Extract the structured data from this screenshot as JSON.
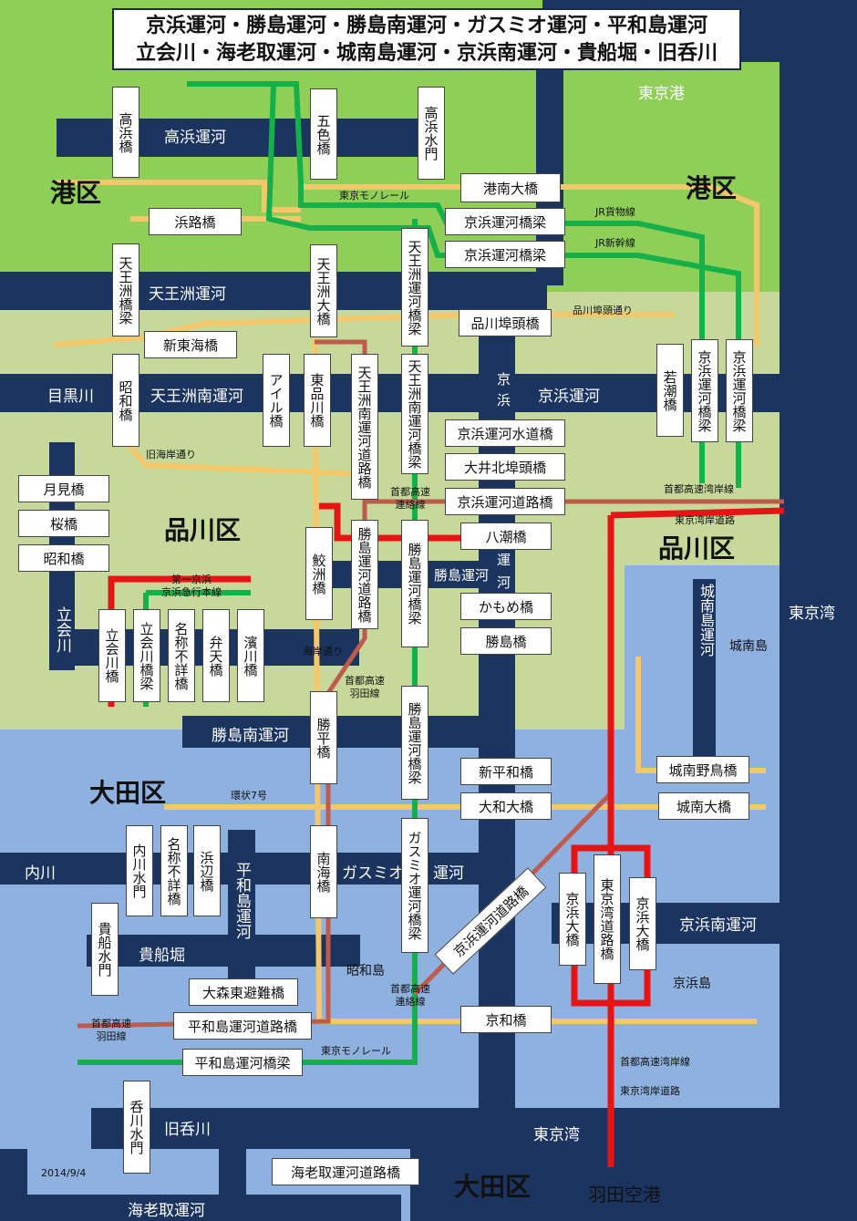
{
  "title": {
    "line1": "京浜運河・勝島運河・勝島南運河・ガスミオ運河・平和島運河",
    "line2": "立会川・海老取運河・城南島運河・京浜南運河・貴船堀・旧呑川"
  },
  "date": "2014/9/4",
  "colors": {
    "water": "#1c3560",
    "minato_land": "#8fcf57",
    "shinagawa_land": "#c6d99a",
    "ota_land": "#8eb1e0",
    "road": "#f4c86a",
    "railway": "#16b04a",
    "expressway": "#bf5b4c",
    "bay_road": "#e51515"
  },
  "wards": {
    "minato_west": "港区",
    "minato_east": "港区",
    "shinagawa_west": "品川区",
    "shinagawa_east": "品川区",
    "ota_west": "大田区",
    "ota_south": "大田区"
  },
  "water": {
    "tokyo_port": "東京港",
    "takahama": "高浜運河",
    "tennozu": "天王洲運河",
    "meguro": "目黒川",
    "tennozu_minami": "天王洲南運河",
    "keihin": "京浜運河",
    "keihin_v1": "京",
    "keihin_v2": "浜",
    "katsushima": "勝島運河",
    "katsushima_v1": "運",
    "katsushima_v2": "河",
    "tachiai": "立会川",
    "katsushima_minami": "勝島南運河",
    "uchikawa": "内川",
    "gasumio": "ガスミオ",
    "gasumio2": "運河",
    "heiwajima": "平和島運河",
    "kifune": "貴船堀",
    "keihin_minami": "京浜南運河",
    "tokyo_bay_east": "東京湾",
    "tokyo_bay_south": "東京湾",
    "kyu_nomi": "旧呑川",
    "ebitori": "海老取運河",
    "jonanjima_canal": "城南島運河"
  },
  "land": {
    "jonanjima": "城南島",
    "keihinjima": "京浜島",
    "showajima": "昭和島",
    "haneda": "羽田空港"
  },
  "roads": {
    "tokyo_monorail_n": "東京モノレール",
    "jr_freight": "JR貨物線",
    "jr_shinkansen": "JR新幹線",
    "shinagawa_futo": "品川埠頭通り",
    "kyu_kaigan": "旧海岸通り",
    "shuto_wangan_n": "首都高速湾岸線",
    "tokyo_wangan_n": "東京湾岸道路",
    "shuto_renraku_n": "首都高速\n連絡線",
    "keikyu": "第一京浜\n京浜急行本線",
    "kaigan": "海岸通り",
    "shuto_haneda_n": "首都高速\n羽田線",
    "kanjo7": "環状7号",
    "shuto_haneda_w": "首都高速\n羽田線",
    "tokyo_monorail_s": "東京モノレール",
    "shuto_renraku_s": "首都高速\n連絡線",
    "shuto_wangan_s": "首都高速湾岸線",
    "tokyo_wangan_s": "東京湾岸道路"
  },
  "bridges": {
    "takahama": "高浜橋",
    "goshiki": "五色橋",
    "takahama_suimon": "高浜水門",
    "konan": "港南大橋",
    "hamaji": "浜路橋",
    "keihin_kyoryo1": "京浜運河橋梁",
    "keihin_kyoryo2": "京浜運河橋梁",
    "tennozu_kyoryo": "天王洲橋梁",
    "tennozu_ohashi": "天王洲大橋",
    "tennozu_unga_kyoryo": "天王洲運河橋梁",
    "shinagawa_futo": "品川埠頭橋",
    "shin_tokai": "新東海橋",
    "showa_n": "昭和橋",
    "ail": "アイル橋",
    "higashi_shinagawa": "東品川橋",
    "tennozu_minami_doro": "天王洲南運河道路橋",
    "tennozu_minami_kyoryo": "天王洲南運河橋梁",
    "yashio_e": "若潮橋",
    "keihin_kyoryo3": "京浜運河橋梁",
    "keihin_kyoryo4": "京浜運河橋梁",
    "keihin_suido": "京浜運河水道橋",
    "oi_kitafuto": "大井北埠頭橋",
    "keihin_doro": "京浜運河道路橋",
    "tsukimi": "月見橋",
    "sakura": "桜橋",
    "showa_w": "昭和橋",
    "samezu": "鮫洲橋",
    "katsushima_doro": "勝島運河道路橋",
    "katsushima_kyoryo": "勝島運河橋梁",
    "yashio": "八潮橋",
    "kamome": "かもめ橋",
    "katsushima": "勝島橋",
    "tachiai_river": "立会川橋",
    "tachiai_kyoryo": "立会川橋梁",
    "meisho_fusho": "名称不詳橋",
    "benten": "弁天橋",
    "hamakawa": "濱川橋",
    "katsuhei": "勝平橋",
    "katsushima_kyoryo2": "勝島運河橋梁",
    "shin_heiwa": "新平和橋",
    "yamato_ohashi": "大和大橋",
    "jonan_noshima": "城南野鳥橋",
    "jonan_ohashi": "城南大橋",
    "uchikawa_suimon": "内川水門",
    "meisho_fusho2": "名称不詳橋",
    "hamabe": "浜辺橋",
    "kifune_suimon": "貴船水門",
    "nankai": "南海橋",
    "gasumio_kyoryo": "ガスミオ運河橋梁",
    "keihin_doro2": "京浜運河道路橋",
    "keihin_ohashi_w": "京浜大橋",
    "tokyo_wan_doro": "東京湾道路橋",
    "keihin_ohashi_e": "京浜大橋",
    "omori_higashi": "大森東避難橋",
    "heiwajima_doro": "平和島運河道路橋",
    "keiwa": "京和橋",
    "heiwajima_kyoryo": "平和島運河橋梁",
    "nomi_suimon": "呑川水門",
    "ebitori_doro": "海老取運河道路橋"
  }
}
